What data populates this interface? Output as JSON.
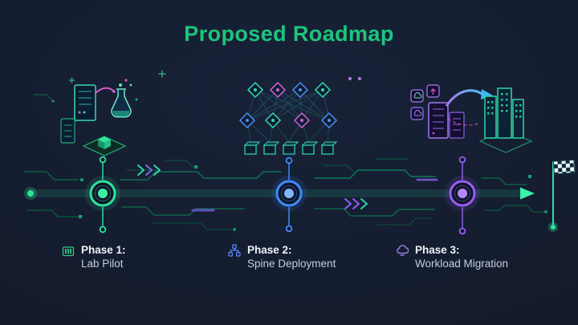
{
  "slide": {
    "title": "Proposed Roadmap"
  },
  "phases": [
    {
      "label": "Phase 1:",
      "name": "Lab Pilot",
      "icon": "test-tubes-icon",
      "node_color": "#2fe39b"
    },
    {
      "label": "Phase 2:",
      "name": "Spine Deployment",
      "icon": "network-nodes-icon",
      "node_color": "#3f8cff"
    },
    {
      "label": "Phase 3:",
      "name": "Workload Migration",
      "icon": "cloud-icon",
      "node_color": "#9b5cf6"
    }
  ],
  "timeline": {
    "direction": "left-to-right",
    "finish_marker": "checkered-flag-icon",
    "color": "#2fe39b"
  },
  "colors": {
    "background": "#141c2e",
    "title": "#1cc57d",
    "teal": "#35d9ad",
    "blue": "#4f8ef7",
    "magenta": "#d65fd6",
    "purple": "#a678ef"
  }
}
